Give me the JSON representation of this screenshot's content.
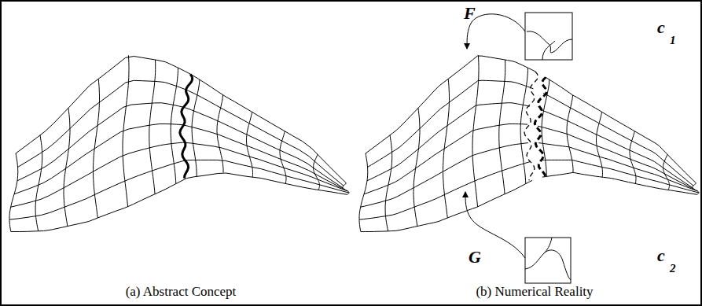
{
  "diagram": {
    "labels": [
      "F",
      "c",
      "1",
      "G",
      "c",
      "2",
      "(a) Abstract Concept",
      "(b) Numerical Reality"
    ]
  }
}
